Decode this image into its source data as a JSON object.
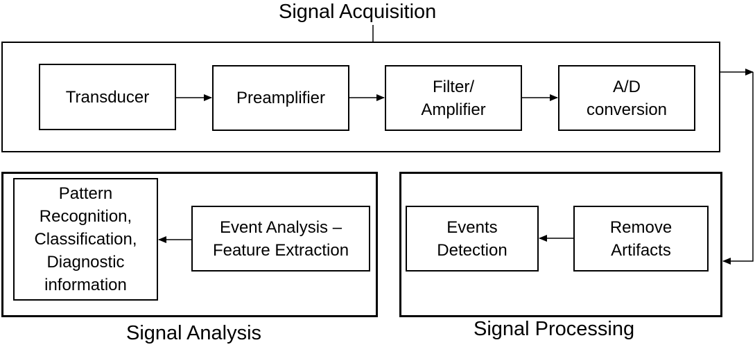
{
  "groups": {
    "acquisition": {
      "title": "Signal Acquisition"
    },
    "analysis": {
      "title": "Signal Analysis"
    },
    "processing": {
      "title": "Signal Processing"
    }
  },
  "nodes": {
    "transducer": "Transducer",
    "preamplifier": "Preamplifier",
    "filter_amplifier": "Filter/\nAmplifier",
    "ad_conversion": "A/D\nconversion",
    "remove_artifacts": "Remove\nArtifacts",
    "events_detection": "Events\nDetection",
    "event_analysis": "Event Analysis –\nFeature Extraction",
    "pattern_recognition": "Pattern\nRecognition,\nClassification,\nDiagnostic\ninformation"
  }
}
